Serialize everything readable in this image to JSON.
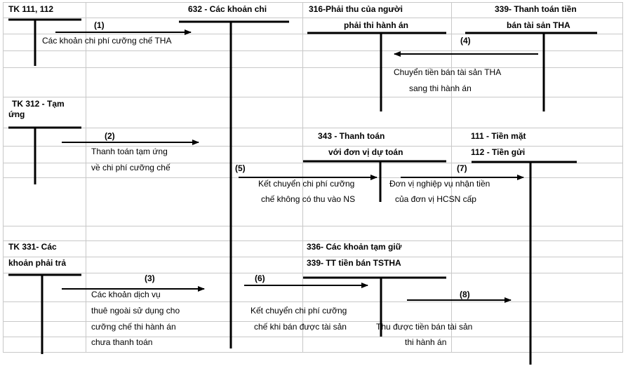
{
  "accounts": {
    "tk111": "TK 111, 112",
    "tk632": "632 - Các khoản chi",
    "tk316_l1": "316-Phải thu của người",
    "tk316_l2": "phải thi hành án",
    "tk339_l1": "339- Thanh toán tiền",
    "tk339_l2": "bán tài sản THA",
    "tk312_l1": "TK 312 - Tạm",
    "tk312_l2": "ứng",
    "tk343_l1": "343 - Thanh toán",
    "tk343_l2": "với đơn vị dự toán",
    "tk111b_l1": "111 - Tiền mặt",
    "tk111b_l2": "112 - Tiền gửi",
    "tk331_l1": "TK 331- Các",
    "tk331_l2": "khoản phải trả",
    "tk336_l1": "336- Các khoản tạm giữ",
    "tk336_l2": "339- TT tiền bán TSTHA"
  },
  "numbers": {
    "n1": "(1)",
    "n2": "(2)",
    "n3": "(3)",
    "n4": "(4)",
    "n5": "(5)",
    "n6": "(6)",
    "n7": "(7)",
    "n8": "(8)"
  },
  "notes": {
    "e1": "Các khoản chi phí cưỡng chế THA",
    "e4_l1": "Chuyển tiền bán tài sản THA",
    "e4_l2": "sang thi hành án",
    "e2_l1": "Thanh toán tạm ứng",
    "e2_l2": "về chi phí cưỡng chế",
    "e5_l1": "Kết chuyển chi phí cưỡng",
    "e5_l2": "chế không có thu vào NS",
    "e7_l1": "Đơn vị nghiệp vụ nhận tiền",
    "e7_l2": "của đơn vị HCSN cấp",
    "e3_l1": "Các khoản dịch vụ",
    "e3_l2": "thuê ngoài sử dụng cho",
    "e3_l3": "cưỡng chế thi hành án",
    "e3_l4": "chưa thanh toán",
    "e6_l1": "Kết chuyển chi phí cưỡng",
    "e6_l2": "chế khi bán được tài sản",
    "e8_l1": "Thu được tiền bán tài sản",
    "e8_l2": "thi hành án"
  }
}
